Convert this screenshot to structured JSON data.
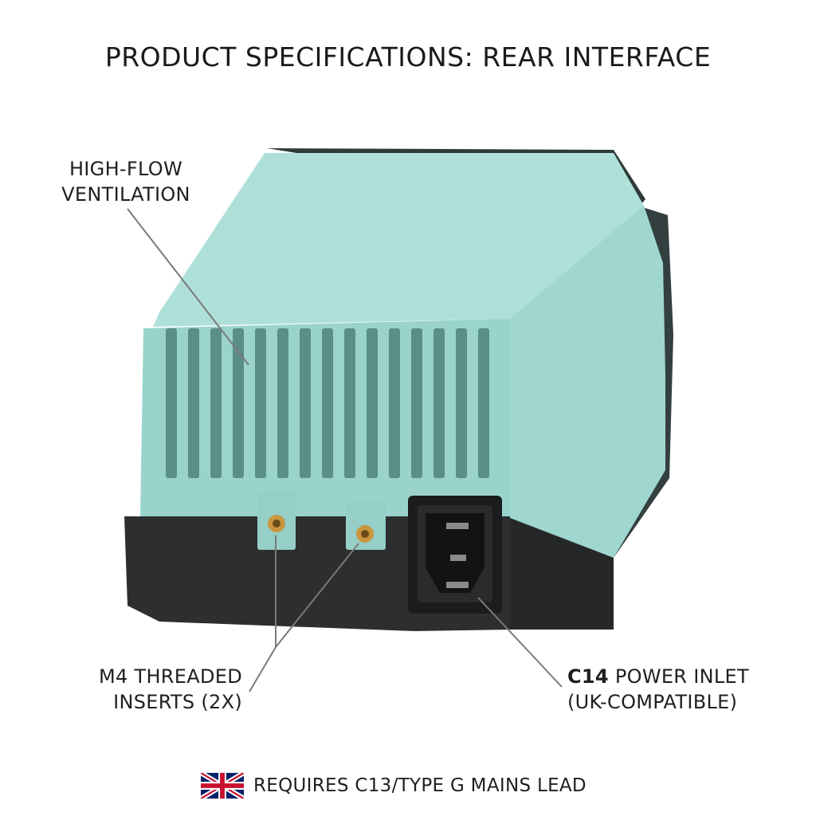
{
  "header": {
    "title": "PRODUCT SPECIFICATIONS: REAR INTERFACE"
  },
  "callouts": {
    "ventilation": {
      "line1": "HIGH-FLOW",
      "line2": "VENTILATION"
    },
    "inserts": {
      "line1": "M4 THREADED",
      "line2": "INSERTS (2X)"
    },
    "inlet": {
      "bold": "C14",
      "line1_rest": " POWER INLET",
      "line2": "(UK-COMPATIBLE)"
    }
  },
  "footer": {
    "note": "REQUIRES C13/TYPE G MAINS LEAD",
    "flag_icon": "uk-flag-icon"
  },
  "colors": {
    "housing": "#a9ddd6",
    "housing_shade": "#8cc7bf",
    "housing_dark": "#2f3a3a",
    "base": "#2b2d2e",
    "brass": "#c9963f",
    "leader": "#7a7a7a"
  }
}
